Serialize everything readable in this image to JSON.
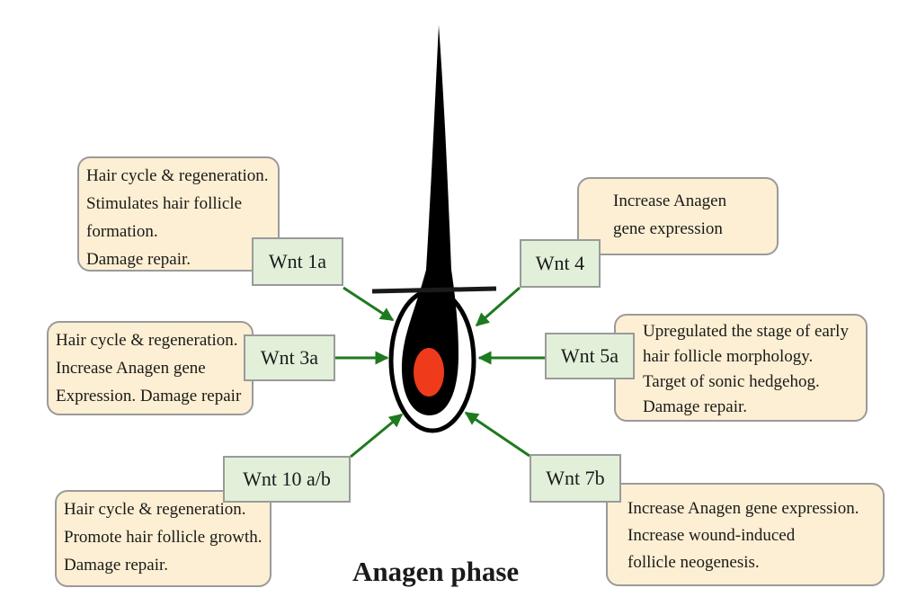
{
  "title": "Anagen phase",
  "colors": {
    "description_fill": "#fdefd3",
    "label_fill": "#e2f0d9",
    "box_border": "#9a9a9a",
    "arrow": "#1e7a1e",
    "hair": "#000000",
    "papilla": "#f03a1c"
  },
  "wnts": [
    {
      "id": "wnt-1a",
      "label": "Wnt  1a",
      "lines": [
        "Hair cycle & regeneration.",
        "Stimulates hair follicle",
        "formation.",
        "Damage repair."
      ]
    },
    {
      "id": "wnt-3a",
      "label": "Wnt  3a",
      "lines": [
        "Hair cycle & regeneration.",
        "Increase Anagen gene",
        "Expression. Damage repair"
      ]
    },
    {
      "id": "wnt-10ab",
      "label": "Wnt  10 a/b",
      "lines": [
        "Hair cycle & regeneration.",
        "Promote hair follicle growth.",
        "Damage repair."
      ]
    },
    {
      "id": "wnt-4",
      "label": "Wnt  4",
      "lines": [
        "Increase Anagen",
        "gene expression"
      ]
    },
    {
      "id": "wnt-5a",
      "label": "Wnt  5a",
      "lines": [
        "Upregulated the stage of early",
        "hair follicle morphology.",
        "Target of sonic hedgehog.",
        "Damage repair."
      ]
    },
    {
      "id": "wnt-7b",
      "label": "Wnt  7b",
      "lines": [
        "Increase Anagen gene expression.",
        "Increase wound-induced",
        "follicle neogenesis."
      ]
    }
  ]
}
